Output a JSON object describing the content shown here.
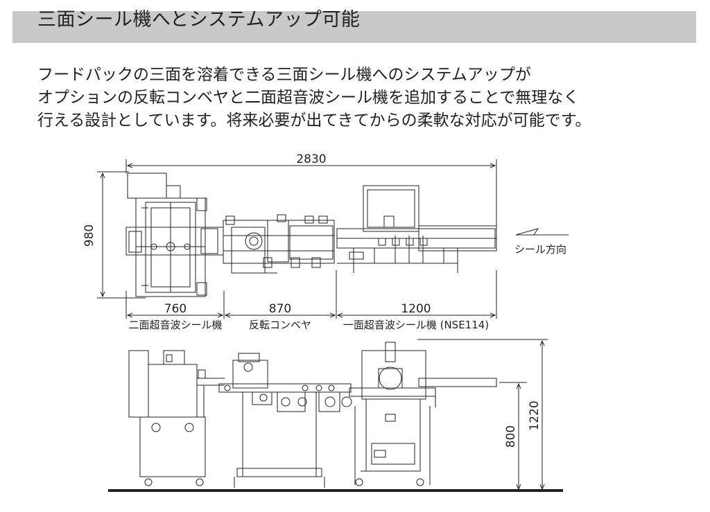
{
  "header": {
    "title": "三面シール機へとシステムアップ可能"
  },
  "description": {
    "lines": [
      "フードパックの三面を溶着できる三面シール機へのシステムアップが",
      "オプションの反転コンベヤと二面超音波シール機を追加することで無理なく",
      "行える設計としています。将来必要が出てきてからの柔軟な対応が可能です。"
    ]
  },
  "plan_view": {
    "total_width_label": "2830",
    "depth_label": "980",
    "segments": [
      {
        "width_label": "760",
        "name": "二面超音波シール機"
      },
      {
        "width_label": "870",
        "name": "反転コンベヤ"
      },
      {
        "width_label": "1200",
        "name": "一面超音波シール機 (NSE114)"
      }
    ],
    "direction_label": "シール方向"
  },
  "side_view": {
    "height_label": "1220",
    "conveyor_height_label": "800"
  }
}
